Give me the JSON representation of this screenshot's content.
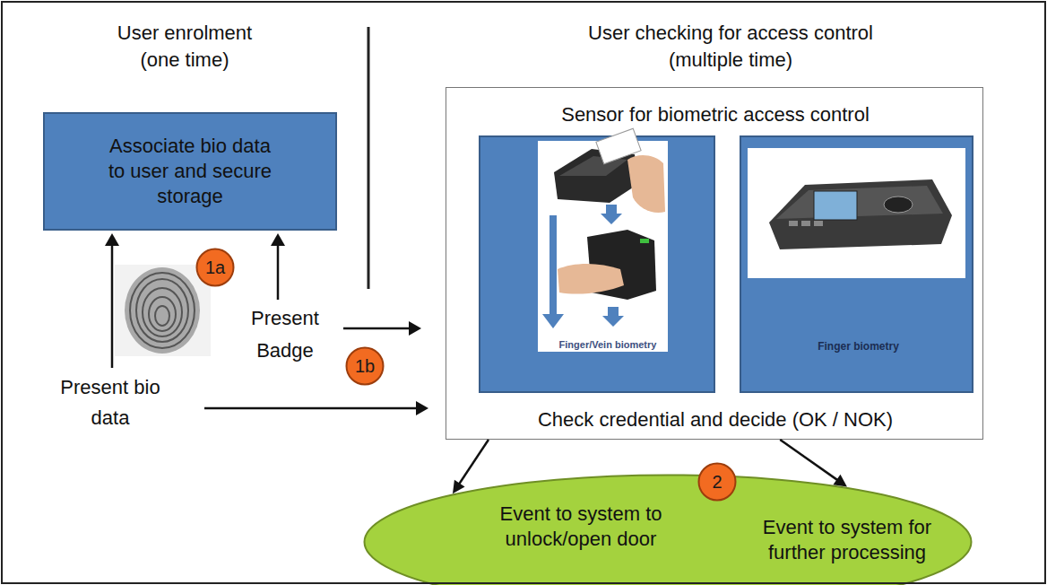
{
  "diagram": {
    "nodes": [
      {
        "text": [
          "Associate bio data to user and secure storage"
        ]
      },
      {
        "text": [
          "1a"
        ]
      },
      {
        "text": [
          "Sensor for biometric access control",
          "Check credential and decide (OK / NOK)"
        ]
      },
      {
        "text": [
          "Finger/Vein biometry"
        ],
        "in": 2
      },
      {
        "text": [
          "Finger biometry"
        ],
        "in": 2
      },
      {
        "text": [
          "1b"
        ]
      },
      {
        "text": [
          "2"
        ]
      },
      {
        "text": [
          "Event to system to unlock/open door",
          "Event to system for further processing"
        ]
      }
    ],
    "edges": [
      {
        "from": 2,
        "to": 7,
        "arrow": "to"
      },
      {
        "from": 2,
        "to": 7,
        "arrow": "to"
      }
    ],
    "labels": [
      "User enrolment (one time)",
      "User checking for access control (multiple time)",
      "Present Badge",
      "Present bio data"
    ]
  }
}
